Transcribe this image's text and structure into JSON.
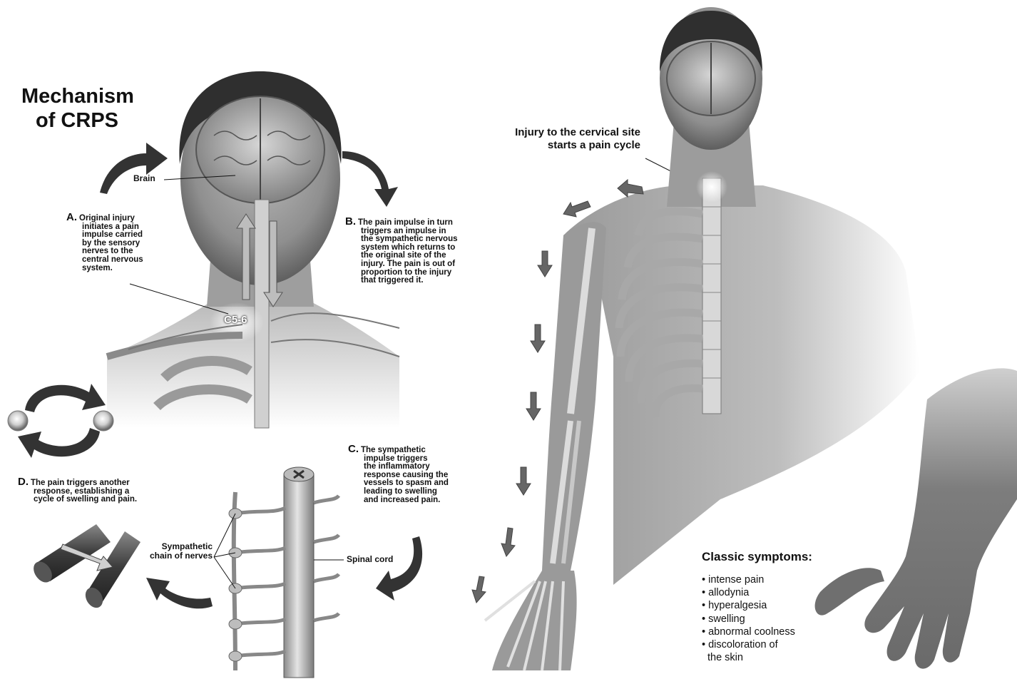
{
  "title": [
    "Mechanism",
    "of CRPS"
  ],
  "labels": {
    "brain": "Brain",
    "c56": "C5-6",
    "sympathetic_chain": [
      "Sympathetic",
      "chain of nerves"
    ],
    "spinal_cord": "Spinal cord",
    "cervical": [
      "Injury to the cervical site",
      "starts a pain cycle"
    ]
  },
  "steps": {
    "a": {
      "letter": "A.",
      "lines": [
        "Original injury",
        "initiates a pain",
        "impulse carried",
        "by the sensory",
        "nerves to the",
        "central nervous",
        "system."
      ]
    },
    "b": {
      "letter": "B.",
      "lines": [
        "The pain impulse in turn",
        "triggers an impulse in",
        "the sympathetic nervous",
        "system which returns to",
        "the original site of the",
        "injury. The pain is out of",
        "proportion to the injury",
        "that triggered it."
      ]
    },
    "c": {
      "letter": "C.",
      "lines": [
        "The sympathetic",
        "impulse triggers",
        "the inflammatory",
        "response causing the",
        "vessels to spasm and",
        "leading to swelling",
        "and increased pain."
      ]
    },
    "d": {
      "letter": "D.",
      "lines": [
        "The pain triggers another",
        "response, establishing a",
        "cycle of swelling and pain."
      ]
    }
  },
  "symptoms": {
    "title": "Classic symptoms:",
    "items": [
      "intense pain",
      "allodynia",
      "hyperalgesia",
      "swelling",
      "abnormal coolness",
      "discoloration of"
    ],
    "continuation": "the skin"
  }
}
